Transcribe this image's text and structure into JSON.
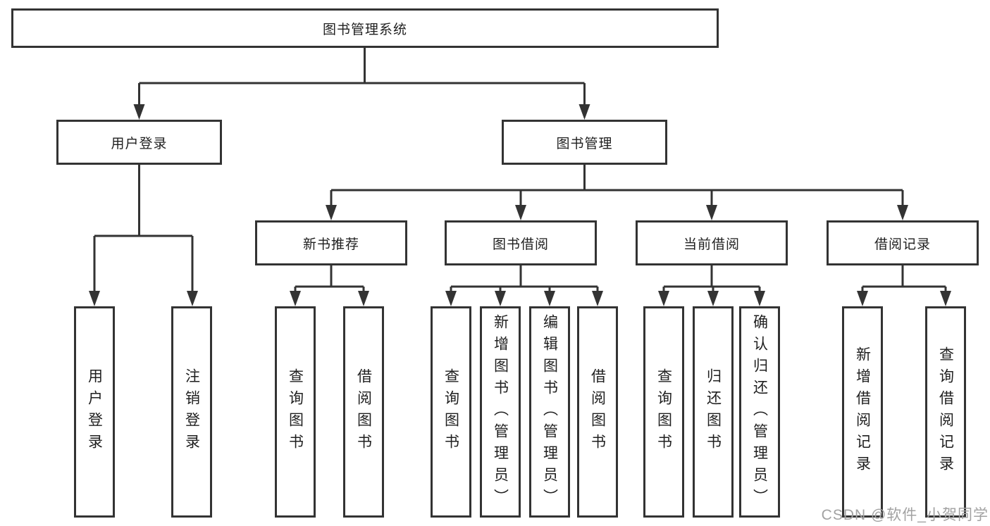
{
  "colors": {
    "line": "#333333",
    "box_border": "#333333",
    "box_fill": "#ffffff",
    "text": "#1f1f1f",
    "watermark": "#a2a2a2"
  },
  "diagram": {
    "root": "图书管理系统",
    "branches": [
      {
        "label": "用户登录",
        "children": [
          "用户登录",
          "注销登录"
        ]
      },
      {
        "label": "图书管理",
        "children": [
          {
            "label": "新书推荐",
            "children": [
              "查询图书",
              "借阅图书"
            ]
          },
          {
            "label": "图书借阅",
            "children": [
              "查询图书",
              "新增图书（管理员）",
              "编辑图书（管理员）",
              "借阅图书"
            ]
          },
          {
            "label": "当前借阅",
            "children": [
              "查询图书",
              "归还图书",
              "确认归还（管理员）"
            ]
          },
          {
            "label": "借阅记录",
            "children": [
              "新增借阅记录",
              "查询借阅记录"
            ]
          }
        ]
      }
    ]
  },
  "watermark": "CSDN @软件_小贺同学"
}
